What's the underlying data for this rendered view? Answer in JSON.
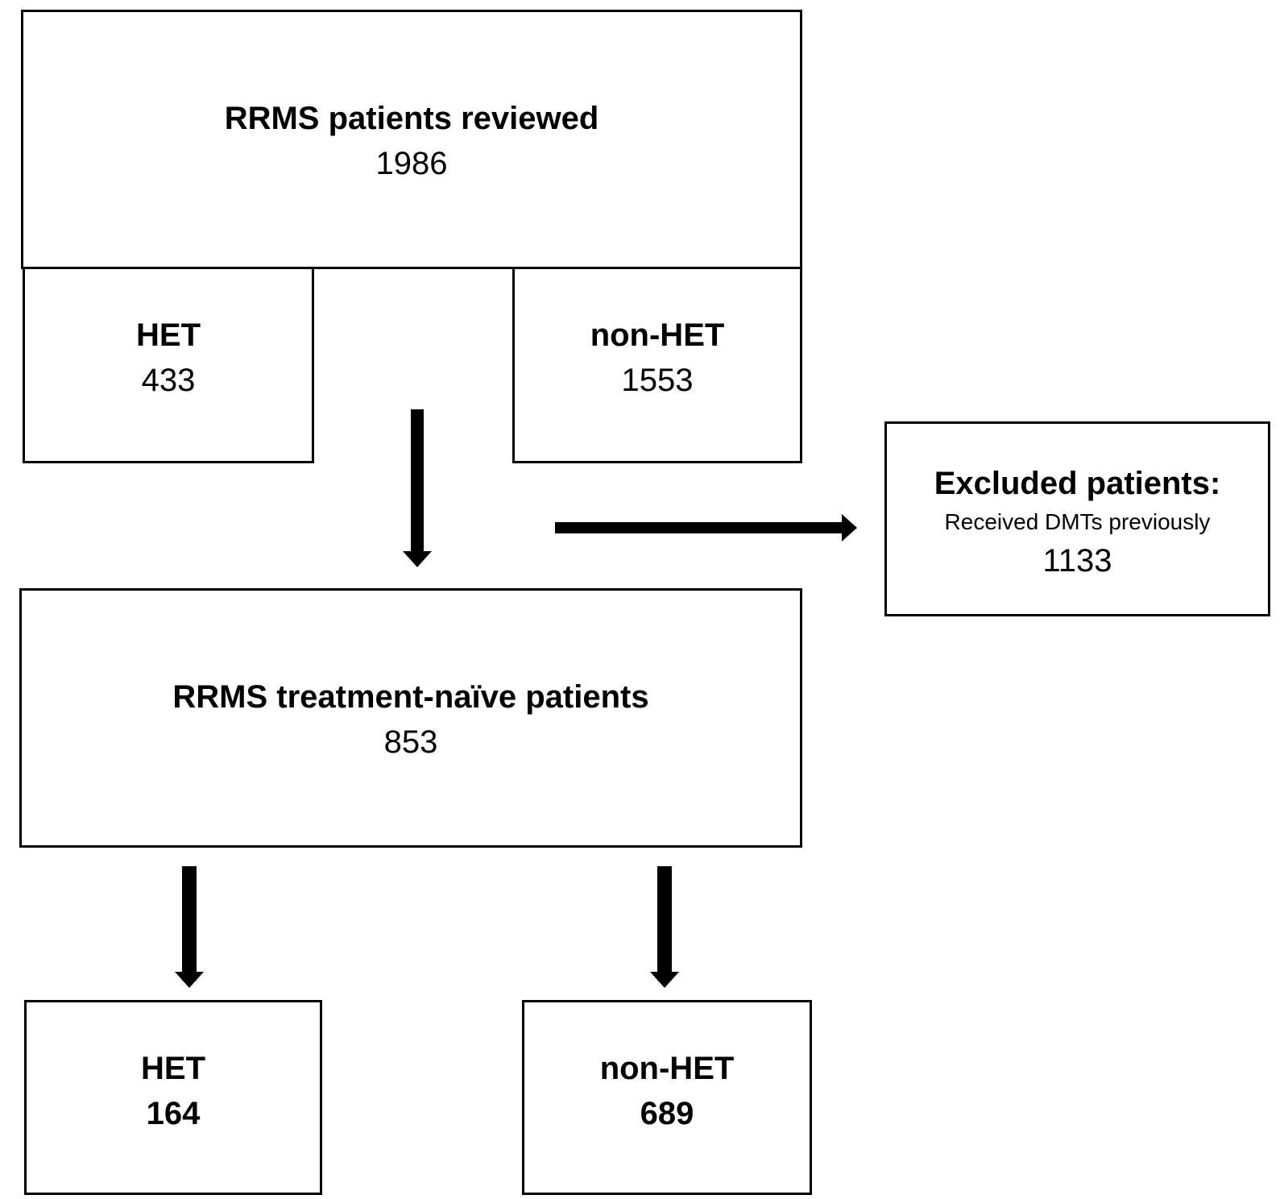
{
  "boxes": {
    "reviewed": {
      "title": "RRMS patients reviewed",
      "count": "1986"
    },
    "het_initial": {
      "title": "HET",
      "count": "433"
    },
    "nonhet_initial": {
      "title": "non-HET",
      "count": "1553"
    },
    "excluded": {
      "title": "Excluded patients:",
      "reason": "Received DMTs previously",
      "count": "1133"
    },
    "naive": {
      "title": "RRMS treatment-naïve patients",
      "count": "853"
    },
    "het_final": {
      "title": "HET",
      "count": "164"
    },
    "nonhet_final": {
      "title": "non-HET",
      "count": "689"
    }
  }
}
